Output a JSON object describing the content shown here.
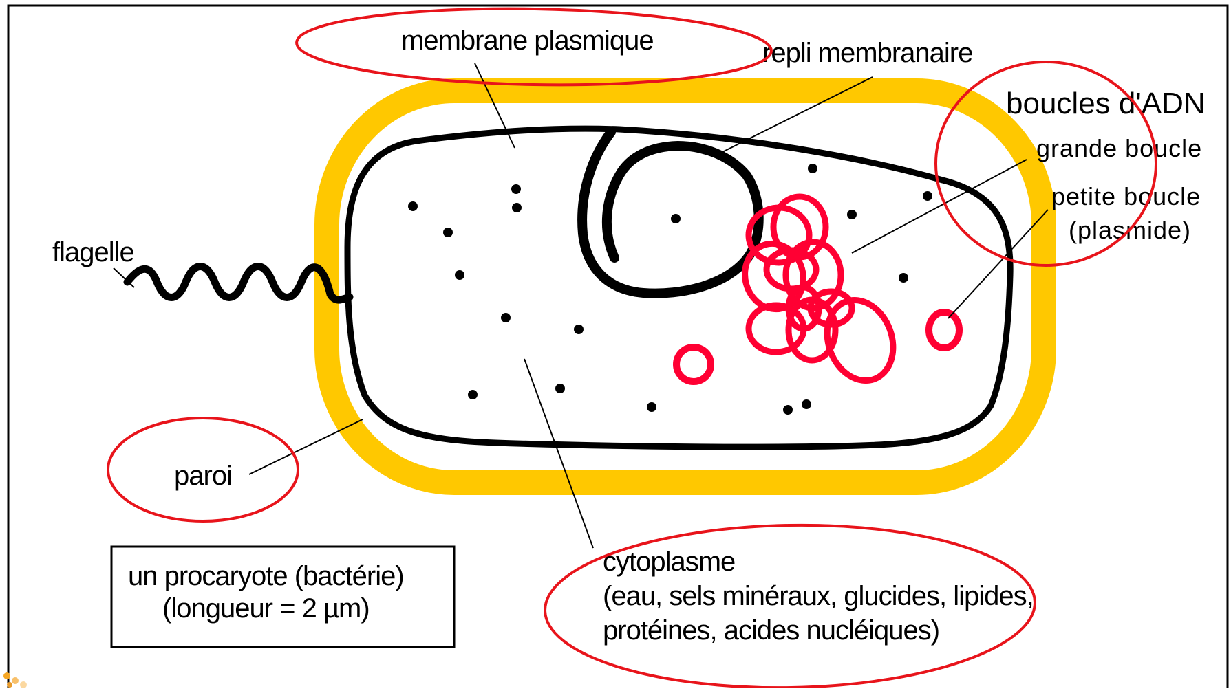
{
  "labels": {
    "membrane": "membrane plasmique",
    "repli": "repli membranaire",
    "boucles": "boucles d'ADN",
    "grande": "grande boucle",
    "petite_1": "petite boucle",
    "petite_2": "(plasmide)",
    "flagelle": "flagelle",
    "paroi": "paroi",
    "cytoplasme_1": "cytoplasme",
    "cytoplasme_2": "(eau, sels minéraux, glucides, lipides,",
    "cytoplasme_3": "protéines, acides nucléiques)"
  },
  "caption": {
    "line1": "un procaryote (bactérie)",
    "line2": "(longueur = 2 µm)"
  },
  "colors": {
    "wall": "#FFC800",
    "membrane": "#000000",
    "dna": "#FF0033",
    "highlight_ellipse": "#E8141B"
  }
}
